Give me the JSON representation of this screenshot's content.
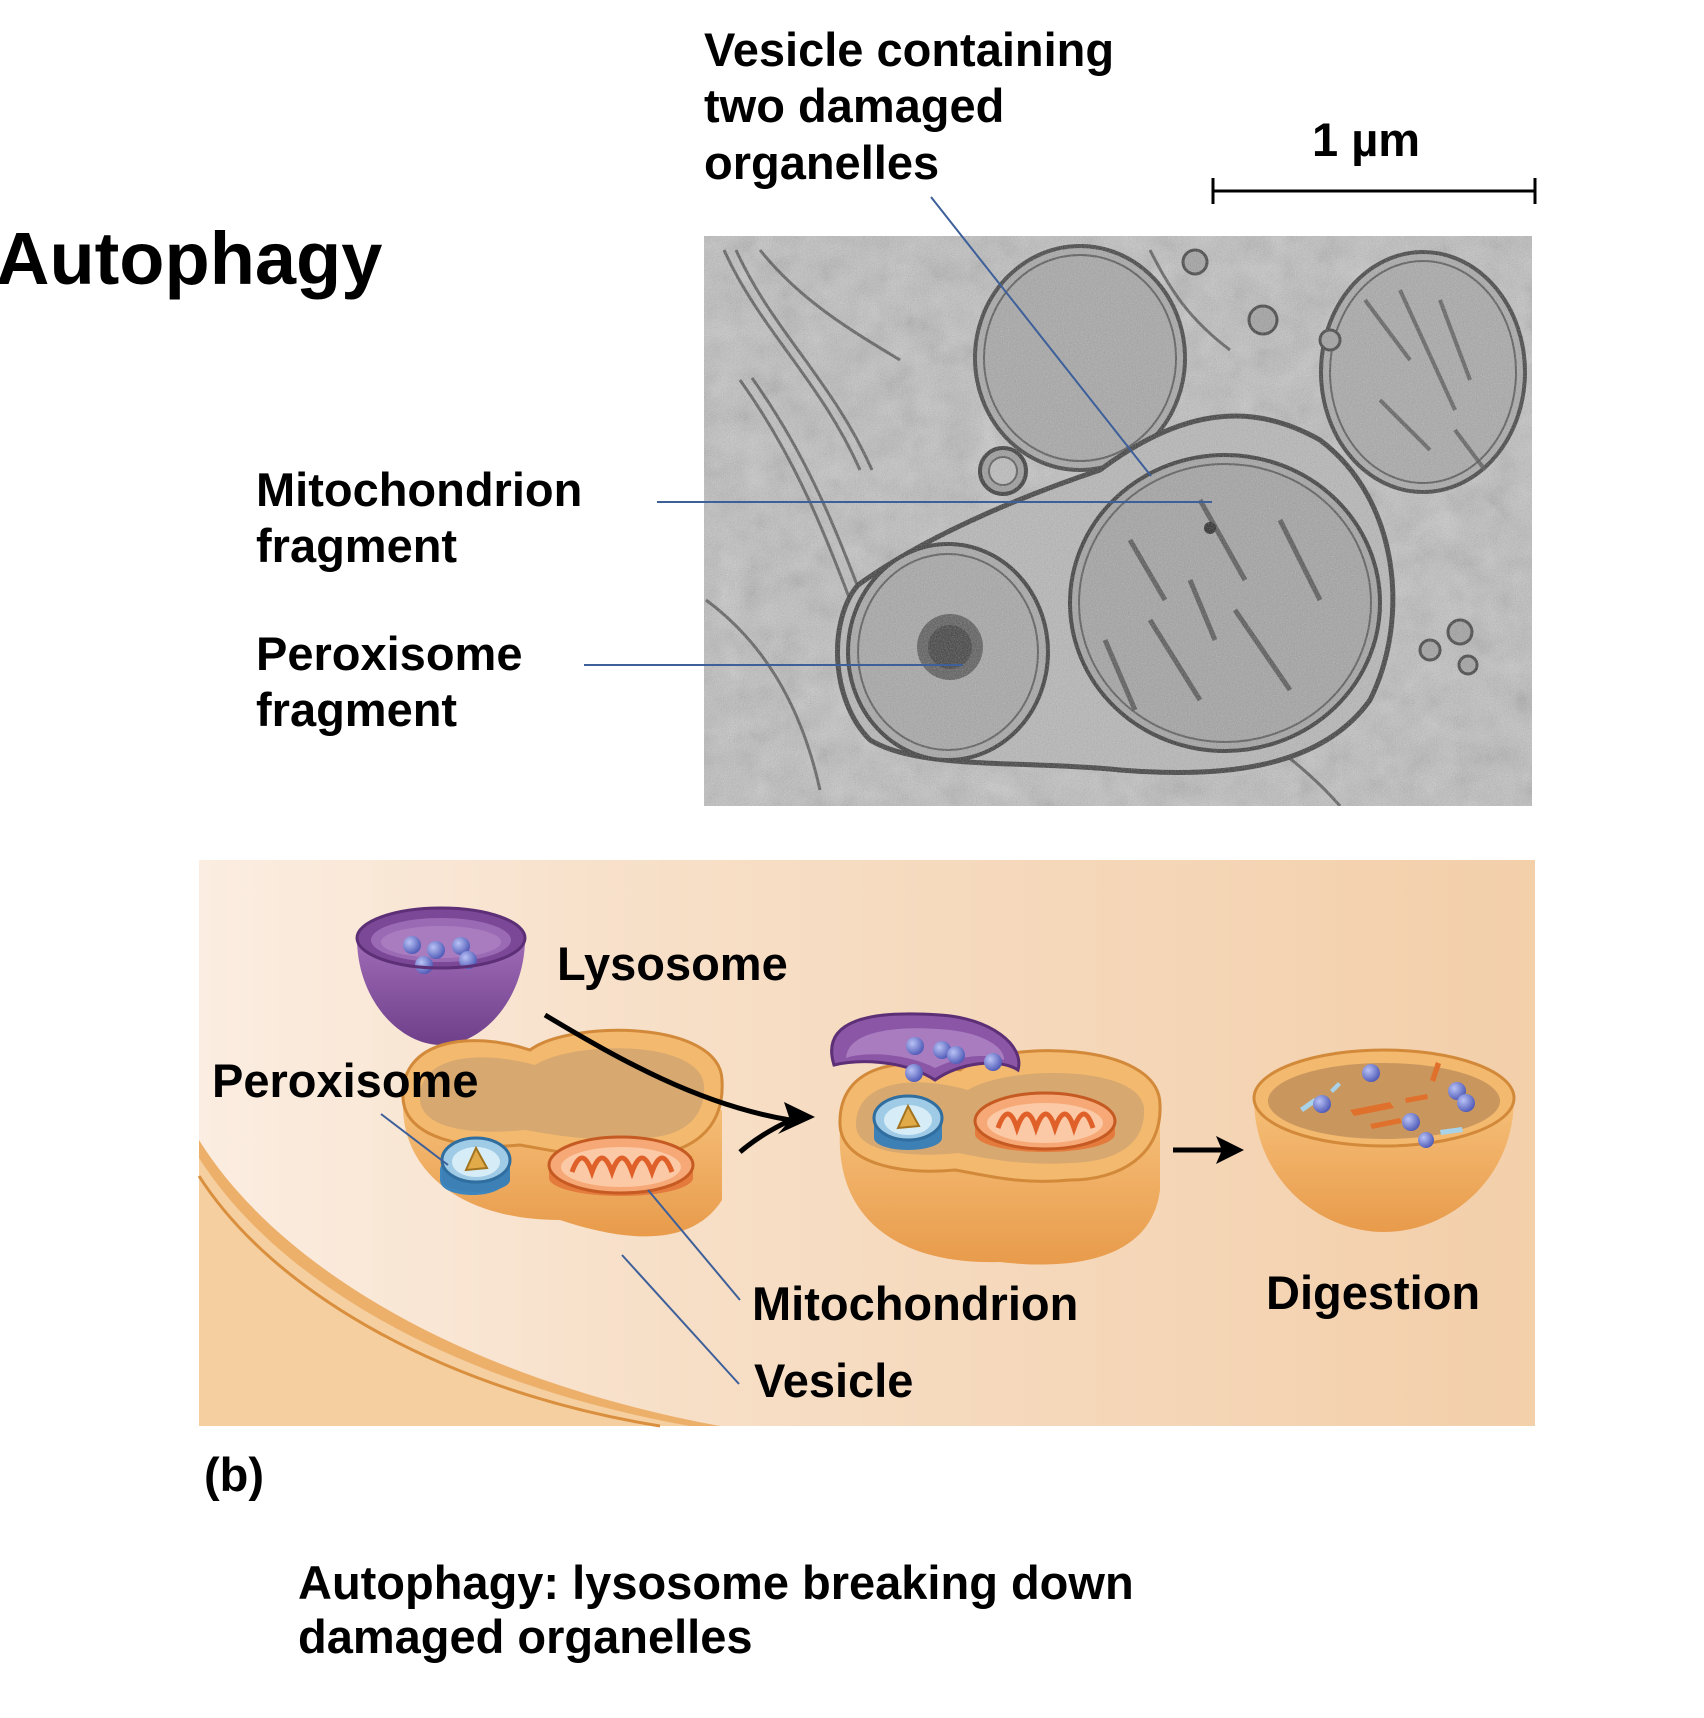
{
  "title": "Autophagy",
  "micrograph": {
    "vesicle_callout": "Vesicle containing\ntwo damaged\norganelles",
    "scale_bar": "1 µm",
    "mitochondrion_fragment": "Mitochondrion\nfragment",
    "peroxisome_fragment": "Peroxisome\nfragment"
  },
  "illustration": {
    "lysosome": "Lysosome",
    "peroxisome": "Peroxisome",
    "mitochondrion": "Mitochondrion",
    "vesicle": "Vesicle",
    "digestion": "Digestion"
  },
  "caption": {
    "letter": "(b)",
    "text": "Autophagy: lysosome breaking down\ndamaged organelles"
  },
  "colors": {
    "leader_line": "#3d5f9a",
    "panel_bg": "#f5d8bc",
    "vesicle_orange": "#f0b166",
    "lysosome_purple": "#8b5aa3",
    "enzyme_blue": "#6d7ad0"
  }
}
